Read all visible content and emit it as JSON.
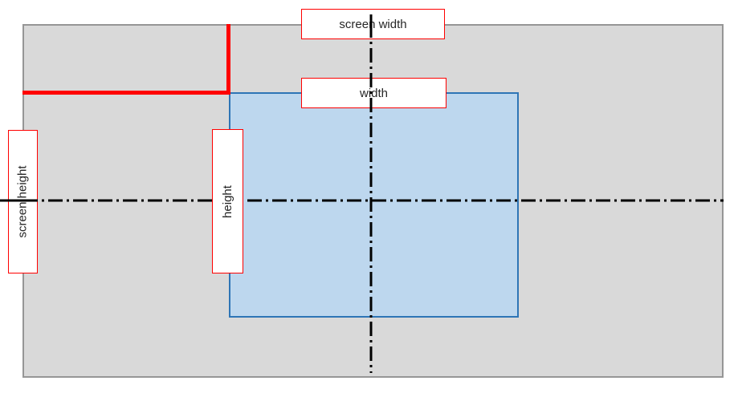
{
  "labels": {
    "screen_width": "screen width",
    "width": "width",
    "screen_height": "screen height",
    "height": "height"
  },
  "colors": {
    "background": "#ffffff",
    "screen_fill": "#d9d9d9",
    "screen_border": "#969696",
    "window_fill": "#bdd7ee",
    "window_border": "#2e75b6",
    "offset_lines": "#ff0000",
    "center_lines": "#000000",
    "label_box_border": "#ff0000",
    "label_text": "#262626"
  }
}
